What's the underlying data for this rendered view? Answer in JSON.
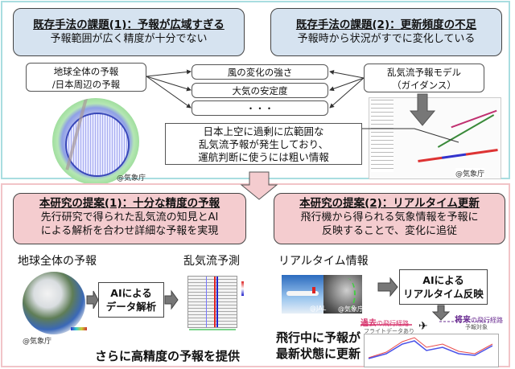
{
  "top": {
    "issue1": {
      "title": "既存手法の課題(1)：予報が広域すぎる",
      "subtitle": "予報範囲が広く精度が十分でない"
    },
    "issue2": {
      "title": "既存手法の課題(2)：更新頻度の不足",
      "subtitle": "予報時から状況がすでに変化している"
    },
    "source_box": {
      "line1": "地球全体の予報",
      "line2": "/日本周辺の予報"
    },
    "factors": [
      "風の変化の強さ",
      "大気の安定度",
      "・・・"
    ],
    "model_box": {
      "line1": "乱気流予報モデル",
      "line2": "（ガイダンス）"
    },
    "callout": {
      "line1": "日本上空に過剰に広範囲な",
      "line2": "乱気流予報が発生しており、",
      "line3": "運航判断に使うには粗い情報"
    },
    "globe_credit": "@気象庁",
    "map_credit": "@気象庁"
  },
  "bottom": {
    "proposal1": {
      "title": "本研究の提案(1)：十分な精度の予報",
      "line1": "先行研究で得られた乱気流の知見とAI",
      "line2": "による解析を合わせ詳細な予報を実現"
    },
    "proposal2": {
      "title": "本研究の提案(2)：リアルタイム更新",
      "line1": "飛行機から得られる気象情報を予報に",
      "line2": "反映することで、変化に追従"
    },
    "global_label": "地球全体の予報",
    "turbulence_label": "乱気流予測",
    "ai_box1": {
      "line1": "AIによる",
      "line2": "データ解析"
    },
    "earth_credit": "@気象庁",
    "result1": "さらに高精度の予報を提供",
    "realtime_label": "リアルタイム情報",
    "plane_credit": "@JAL",
    "sat_credit": "@気象庁",
    "ai_box2": {
      "line1": "AIによる",
      "line2": "リアルタイム反映"
    },
    "past_path": {
      "label": "過去",
      "suffix": "の飛行経路",
      "note": "フライトデータあり"
    },
    "future_path": {
      "label": "将来",
      "suffix": "の飛行経路",
      "note": "予報対象"
    },
    "result2": {
      "line1": "飛行中に予報が",
      "line2": "最新状態に更新"
    }
  },
  "colors": {
    "top_border": "#a9dde0",
    "bottom_border": "#f1c4c8",
    "blue_header": "#d6e3f0",
    "pink_header": "#f4cccf",
    "past": "#d6336c",
    "future": "#6a2c91"
  }
}
